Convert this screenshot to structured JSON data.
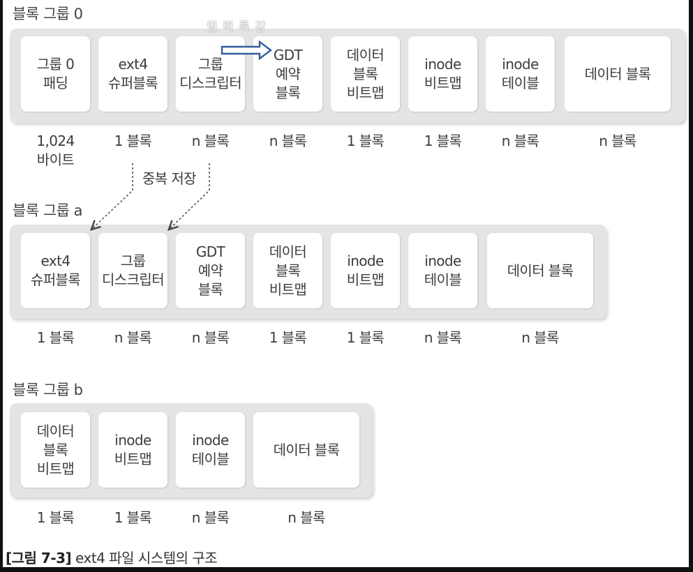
{
  "watermark": "명 력 특 강",
  "groups": [
    {
      "title": "블록 그룹 0",
      "blocks": [
        {
          "label": "그룹 0\n패딩",
          "size": "1,024\n바이트"
        },
        {
          "label": "ext4\n슈퍼블록",
          "size": "1 블록"
        },
        {
          "label": "그룹\n디스크립터",
          "size": "n 블록"
        },
        {
          "label": "GDT\n예약\n블록",
          "size": "n 블록"
        },
        {
          "label": "데이터\n블록\n비트맵",
          "size": "1 블록"
        },
        {
          "label": "inode\n비트맵",
          "size": "1 블록"
        },
        {
          "label": "inode\n테이블",
          "size": "n 블록"
        },
        {
          "label": "데이터 블록",
          "size": "n 블록"
        }
      ]
    },
    {
      "title": "블록 그룹 a",
      "blocks": [
        {
          "label": "ext4\n슈퍼블록",
          "size": "1 블록"
        },
        {
          "label": "그룹\n디스크립터",
          "size": "n 블록"
        },
        {
          "label": "GDT\n예약\n블록",
          "size": "n 블록"
        },
        {
          "label": "데이터\n블록\n비트맵",
          "size": "1 블록"
        },
        {
          "label": "inode\n비트맵",
          "size": "1 블록"
        },
        {
          "label": "inode\n테이블",
          "size": "n 블록"
        },
        {
          "label": "데이터 블록",
          "size": "n 블록"
        }
      ]
    },
    {
      "title": "블록 그룹 b",
      "blocks": [
        {
          "label": "데이터\n블록\n비트맵",
          "size": "1 블록"
        },
        {
          "label": "inode\n비트맵",
          "size": "1 블록"
        },
        {
          "label": "inode\n테이블",
          "size": "n 블록"
        },
        {
          "label": "데이터 블록",
          "size": "n 블록"
        }
      ]
    }
  ],
  "duplicate_note": "중복 저장",
  "caption": {
    "figure": "[그림 7-3]",
    "text": " ext4 파일 시스템의 구조"
  },
  "colors": {
    "tray": "#e4e4e6",
    "block": "#ffffff",
    "highlight_arrow": "#2f5d9e",
    "text": "#3c3c3c"
  },
  "icons": [
    "right-arrow-icon",
    "dashed-arrow-icon"
  ]
}
